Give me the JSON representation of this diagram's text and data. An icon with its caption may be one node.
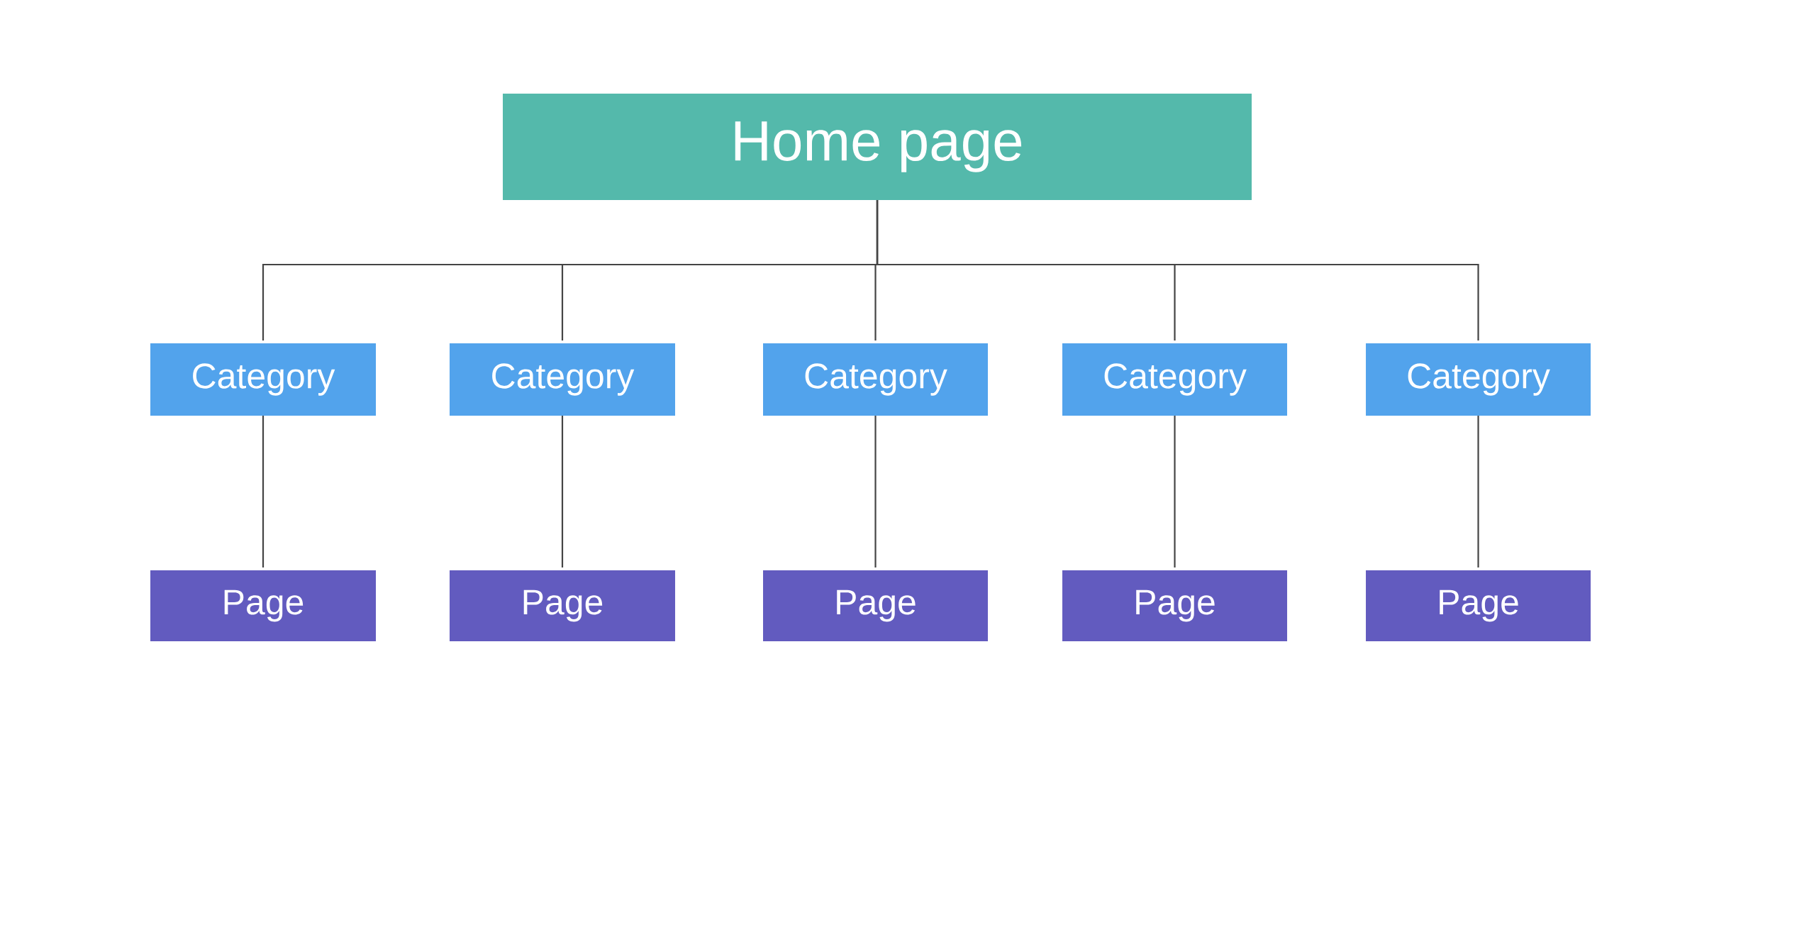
{
  "diagram": {
    "nodes": [
      {
        "text": [
          "Home page"
        ]
      },
      {
        "text": [
          "Category"
        ]
      },
      {
        "text": [
          "Category"
        ]
      },
      {
        "text": [
          "Category"
        ]
      },
      {
        "text": [
          "Category"
        ]
      },
      {
        "text": [
          "Category"
        ]
      },
      {
        "text": [
          "Page"
        ]
      },
      {
        "text": [
          "Page"
        ]
      },
      {
        "text": [
          "Page"
        ]
      },
      {
        "text": [
          "Page"
        ]
      },
      {
        "text": [
          "Page"
        ]
      }
    ],
    "edges": [
      {
        "from": 0,
        "to": 1,
        "arrow": "none"
      },
      {
        "from": 0,
        "to": 2,
        "arrow": "none"
      },
      {
        "from": 0,
        "to": 3,
        "arrow": "none"
      },
      {
        "from": 0,
        "to": 4,
        "arrow": "none"
      },
      {
        "from": 0,
        "to": 5,
        "arrow": "none"
      },
      {
        "from": 1,
        "to": 6,
        "arrow": "none"
      },
      {
        "from": 2,
        "to": 7,
        "arrow": "none"
      },
      {
        "from": 3,
        "to": 8,
        "arrow": "none"
      },
      {
        "from": 4,
        "to": 9,
        "arrow": "none"
      },
      {
        "from": 5,
        "to": 10,
        "arrow": "none"
      }
    ]
  }
}
